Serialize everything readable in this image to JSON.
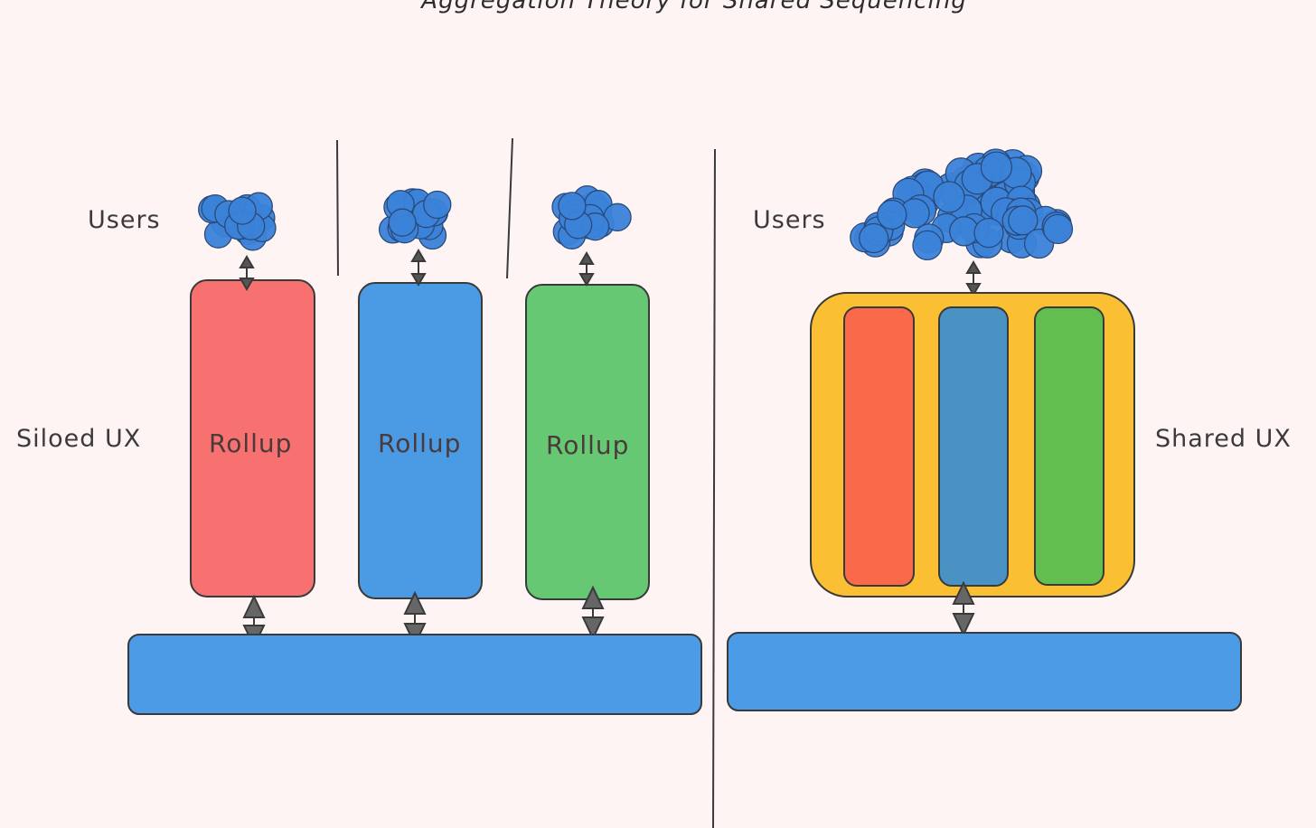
{
  "title": "Aggregation Theory for Shared Sequencing",
  "left": {
    "users_label": "Users",
    "ux_label": "Siloed UX",
    "rollups": [
      {
        "label": "Rollup",
        "color": "#f87171"
      },
      {
        "label": "Rollup",
        "color": "#4a9be4"
      },
      {
        "label": "Rollup",
        "color": "#66c873"
      }
    ]
  },
  "right": {
    "users_label": "Users",
    "ux_label": "Shared UX",
    "container_color": "#fbbf33",
    "rollups": [
      {
        "color": "#fa6a4a"
      },
      {
        "color": "#4a92c4"
      },
      {
        "color": "#62bf4f"
      }
    ]
  },
  "colors": {
    "background": "#fdf4f3",
    "user_blob": "#3b82d9",
    "base_layer": "#4c9be6",
    "stroke": "#3a3a3a"
  }
}
